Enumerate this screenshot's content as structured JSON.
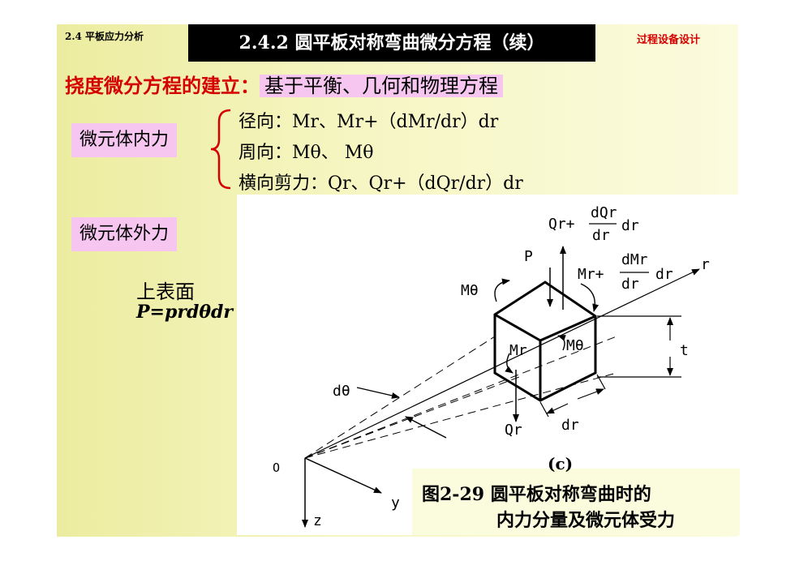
{
  "header": {
    "section": "2.4 平板应力分析",
    "title": "2.4.2 圆平板对称弯曲微分方程（续）",
    "course": "过程设备设计"
  },
  "lead": {
    "label": "挠度微分方程的建立：",
    "highlight": "基于平衡、几何和物理方程"
  },
  "internal": {
    "label": "微元体内力",
    "radial": "径向：Mr、Mr+（dMr/dr）dr",
    "circumferential": "周向：Mθ、 Mθ",
    "shear": "横向剪力：Qr、Qr+（dQr/dr）dr"
  },
  "external": {
    "label": "微元体外力",
    "surface": "上表面",
    "formula": "P=prdθdr"
  },
  "figure": {
    "qr_plus": "Qr+",
    "dqr": "dQr",
    "dr_den": "dr",
    "dr_tail": "dr",
    "mr_plus": "Mr+",
    "dmr": "dMr",
    "p": "P",
    "r": "r",
    "mtheta_left": "Mθ",
    "mtheta_right": "Mθ",
    "mr": "Mr",
    "t": "t",
    "dtheta": "dθ",
    "qr": "Qr",
    "dr_bottom": "dr",
    "o": "O",
    "y": "y",
    "z": "z"
  },
  "caption": {
    "tag": "(c)",
    "line1": "图2-29  圆平板对称弯曲时的",
    "line2": "内力分量及微元体受力"
  }
}
